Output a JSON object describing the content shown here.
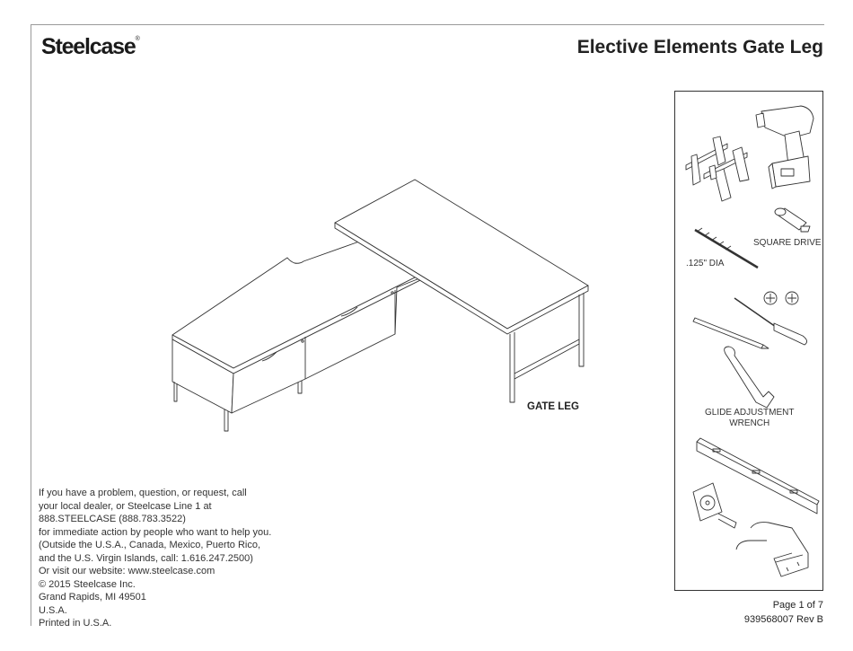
{
  "header": {
    "brand": "Steelcase",
    "registered_mark": "®",
    "title": "Elective Elements Gate Leg"
  },
  "drawing": {
    "callout": "GATE LEG"
  },
  "tools": {
    "labels": {
      "square_drive": "SQUARE DRIVE",
      "drill_bit": ".125\" DIA",
      "glide_wrench_line1": "GLIDE ADJUSTMENT",
      "glide_wrench_line2": "WRENCH"
    },
    "icons": [
      "bar-clamps-icon",
      "cordless-drill-icon",
      "square-drive-bit-icon",
      "drill-bit-icon",
      "phillips-screwdriver-icon",
      "pencil-icon",
      "glide-adjustment-wrench-icon",
      "level-icon",
      "tape-measure-icon",
      "bracket-icon"
    ]
  },
  "contact": {
    "lines": [
      "If you have a problem, question, or request, call",
      "your local dealer, or Steelcase Line 1 at",
      "888.STEELCASE (888.783.3522)",
      "for immediate action by people who want to help you.",
      "(Outside the U.S.A., Canada, Mexico, Puerto Rico,",
      "and the U.S. Virgin Islands, call: 1.616.247.2500)",
      "Or visit our website: www.steelcase.com",
      "© 2015 Steelcase Inc.",
      "Grand Rapids, MI 49501",
      "U.S.A.",
      "Printed in U.S.A."
    ]
  },
  "footer": {
    "page": "Page 1 of 7",
    "doc_number": "939568007 Rev B"
  }
}
